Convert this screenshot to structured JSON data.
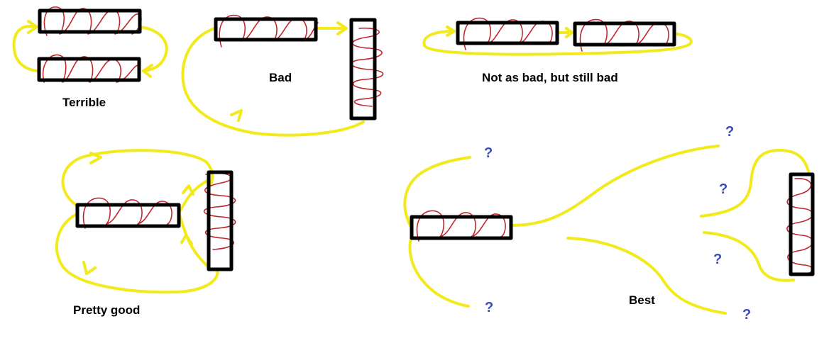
{
  "labels": {
    "terrible": "Terrible",
    "bad": "Bad",
    "not_as_bad": "Not as bad, but still bad",
    "pretty_good": "Pretty good",
    "best": "Best"
  },
  "question_mark": "?",
  "colors": {
    "background": "#ffffff",
    "bar": "#000000",
    "coil": "#c0272d",
    "wire": "#f2ea1b",
    "question": "#3b4cc0"
  }
}
